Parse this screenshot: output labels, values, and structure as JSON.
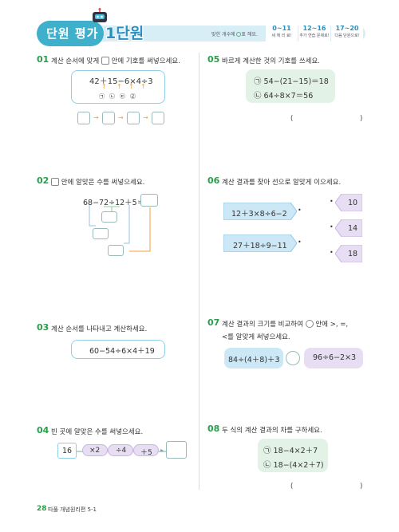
{
  "header": {
    "title": "단원 평가",
    "unit": "1단원",
    "note_before": "맞힌 개수에 ",
    "note_after": "표 해요.",
    "scores": [
      {
        "range": "0~11",
        "label": "세 께 리 료!"
      },
      {
        "range": "12~16",
        "label": "추가 연습 문제로!"
      },
      {
        "range": "17~20",
        "label": "다음 단원으로!"
      }
    ]
  },
  "q01": {
    "num": "01",
    "text_a": "계산 순서에 맞게",
    "text_b": "안에 기호를 써넣으세요.",
    "expression": "42＋15−6×4÷3",
    "marks": [
      "㉠",
      "㉡",
      "㉢",
      "㉣"
    ]
  },
  "q02": {
    "num": "02",
    "text": "안에 알맞은 수를 써넣으세요.",
    "expression": "68−72÷12＋5＝"
  },
  "q03": {
    "num": "03",
    "text": "계산 순서를 나타내고 계산하세요.",
    "expression": "60−54÷6×4＋19"
  },
  "q04": {
    "num": "04",
    "text": "빈 곳에 알맞은 수를 써넣으세요.",
    "start": "16",
    "ops": [
      "×2",
      "÷4",
      "＋5"
    ]
  },
  "q05": {
    "num": "05",
    "text": "바르게 계산한 것의 기호를 쓰세요.",
    "items": [
      {
        "mark": "㉠",
        "expr": "54−(21−15)＝18"
      },
      {
        "mark": "㉡",
        "expr": "64÷8×7＝56"
      }
    ],
    "paren_open": "(",
    "paren_close": ")"
  },
  "q06": {
    "num": "06",
    "text": "계산 결과를 찾아 선으로 알맞게 이으세요.",
    "left": [
      "12＋3×8÷6−2",
      "27＋18÷9−11"
    ],
    "right": [
      "10",
      "14",
      "18"
    ]
  },
  "q07": {
    "num": "07",
    "text_a": "계산 결과의 크기를 비교하여",
    "text_b": "안에 >, =,",
    "text_c": "<를 알맞게 써넣으세요.",
    "left": "84÷(4＋8)＋3",
    "right": "96÷6−2×3"
  },
  "q08": {
    "num": "08",
    "text": "두 식의 계산 결과의 차를 구하세요.",
    "items": [
      {
        "mark": "㉠",
        "expr": "18−4×2＋7"
      },
      {
        "mark": "㉡",
        "expr": "18−(4×2＋7)"
      }
    ],
    "paren_open": "(",
    "paren_close": ")"
  },
  "footer": {
    "page": "28",
    "book": "따풀 개념원리편 5-1"
  },
  "colors": {
    "accent_green": "#27a04a",
    "accent_blue": "#3fb0cc",
    "arrow_orange": "#f0a040"
  }
}
